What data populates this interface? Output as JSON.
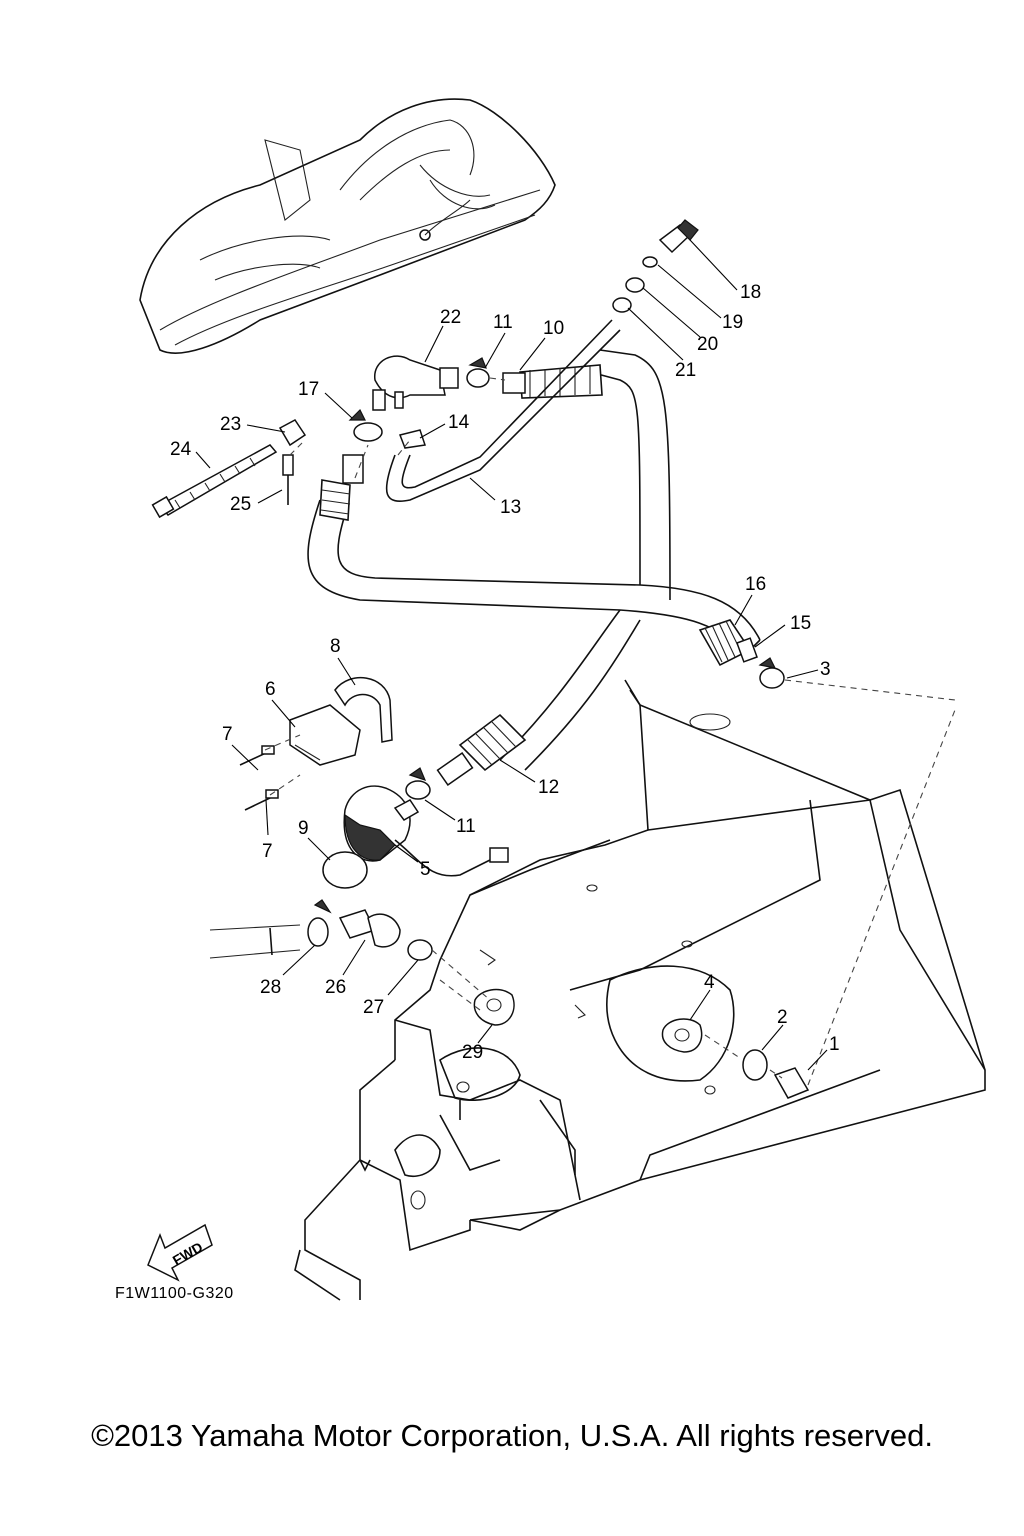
{
  "figure": {
    "code": "F1W1100-G320",
    "fwd_label": "FWD",
    "copyright": "©2013 Yamaha Motor Corporation, U.S.A. All rights reserved."
  },
  "callouts": [
    "1",
    "2",
    "3",
    "4",
    "5",
    "6",
    "7",
    "7",
    "8",
    "9",
    "10",
    "11",
    "11",
    "12",
    "13",
    "14",
    "15",
    "16",
    "17",
    "18",
    "19",
    "20",
    "21",
    "22",
    "23",
    "24",
    "25",
    "26",
    "27",
    "28",
    "29"
  ]
}
